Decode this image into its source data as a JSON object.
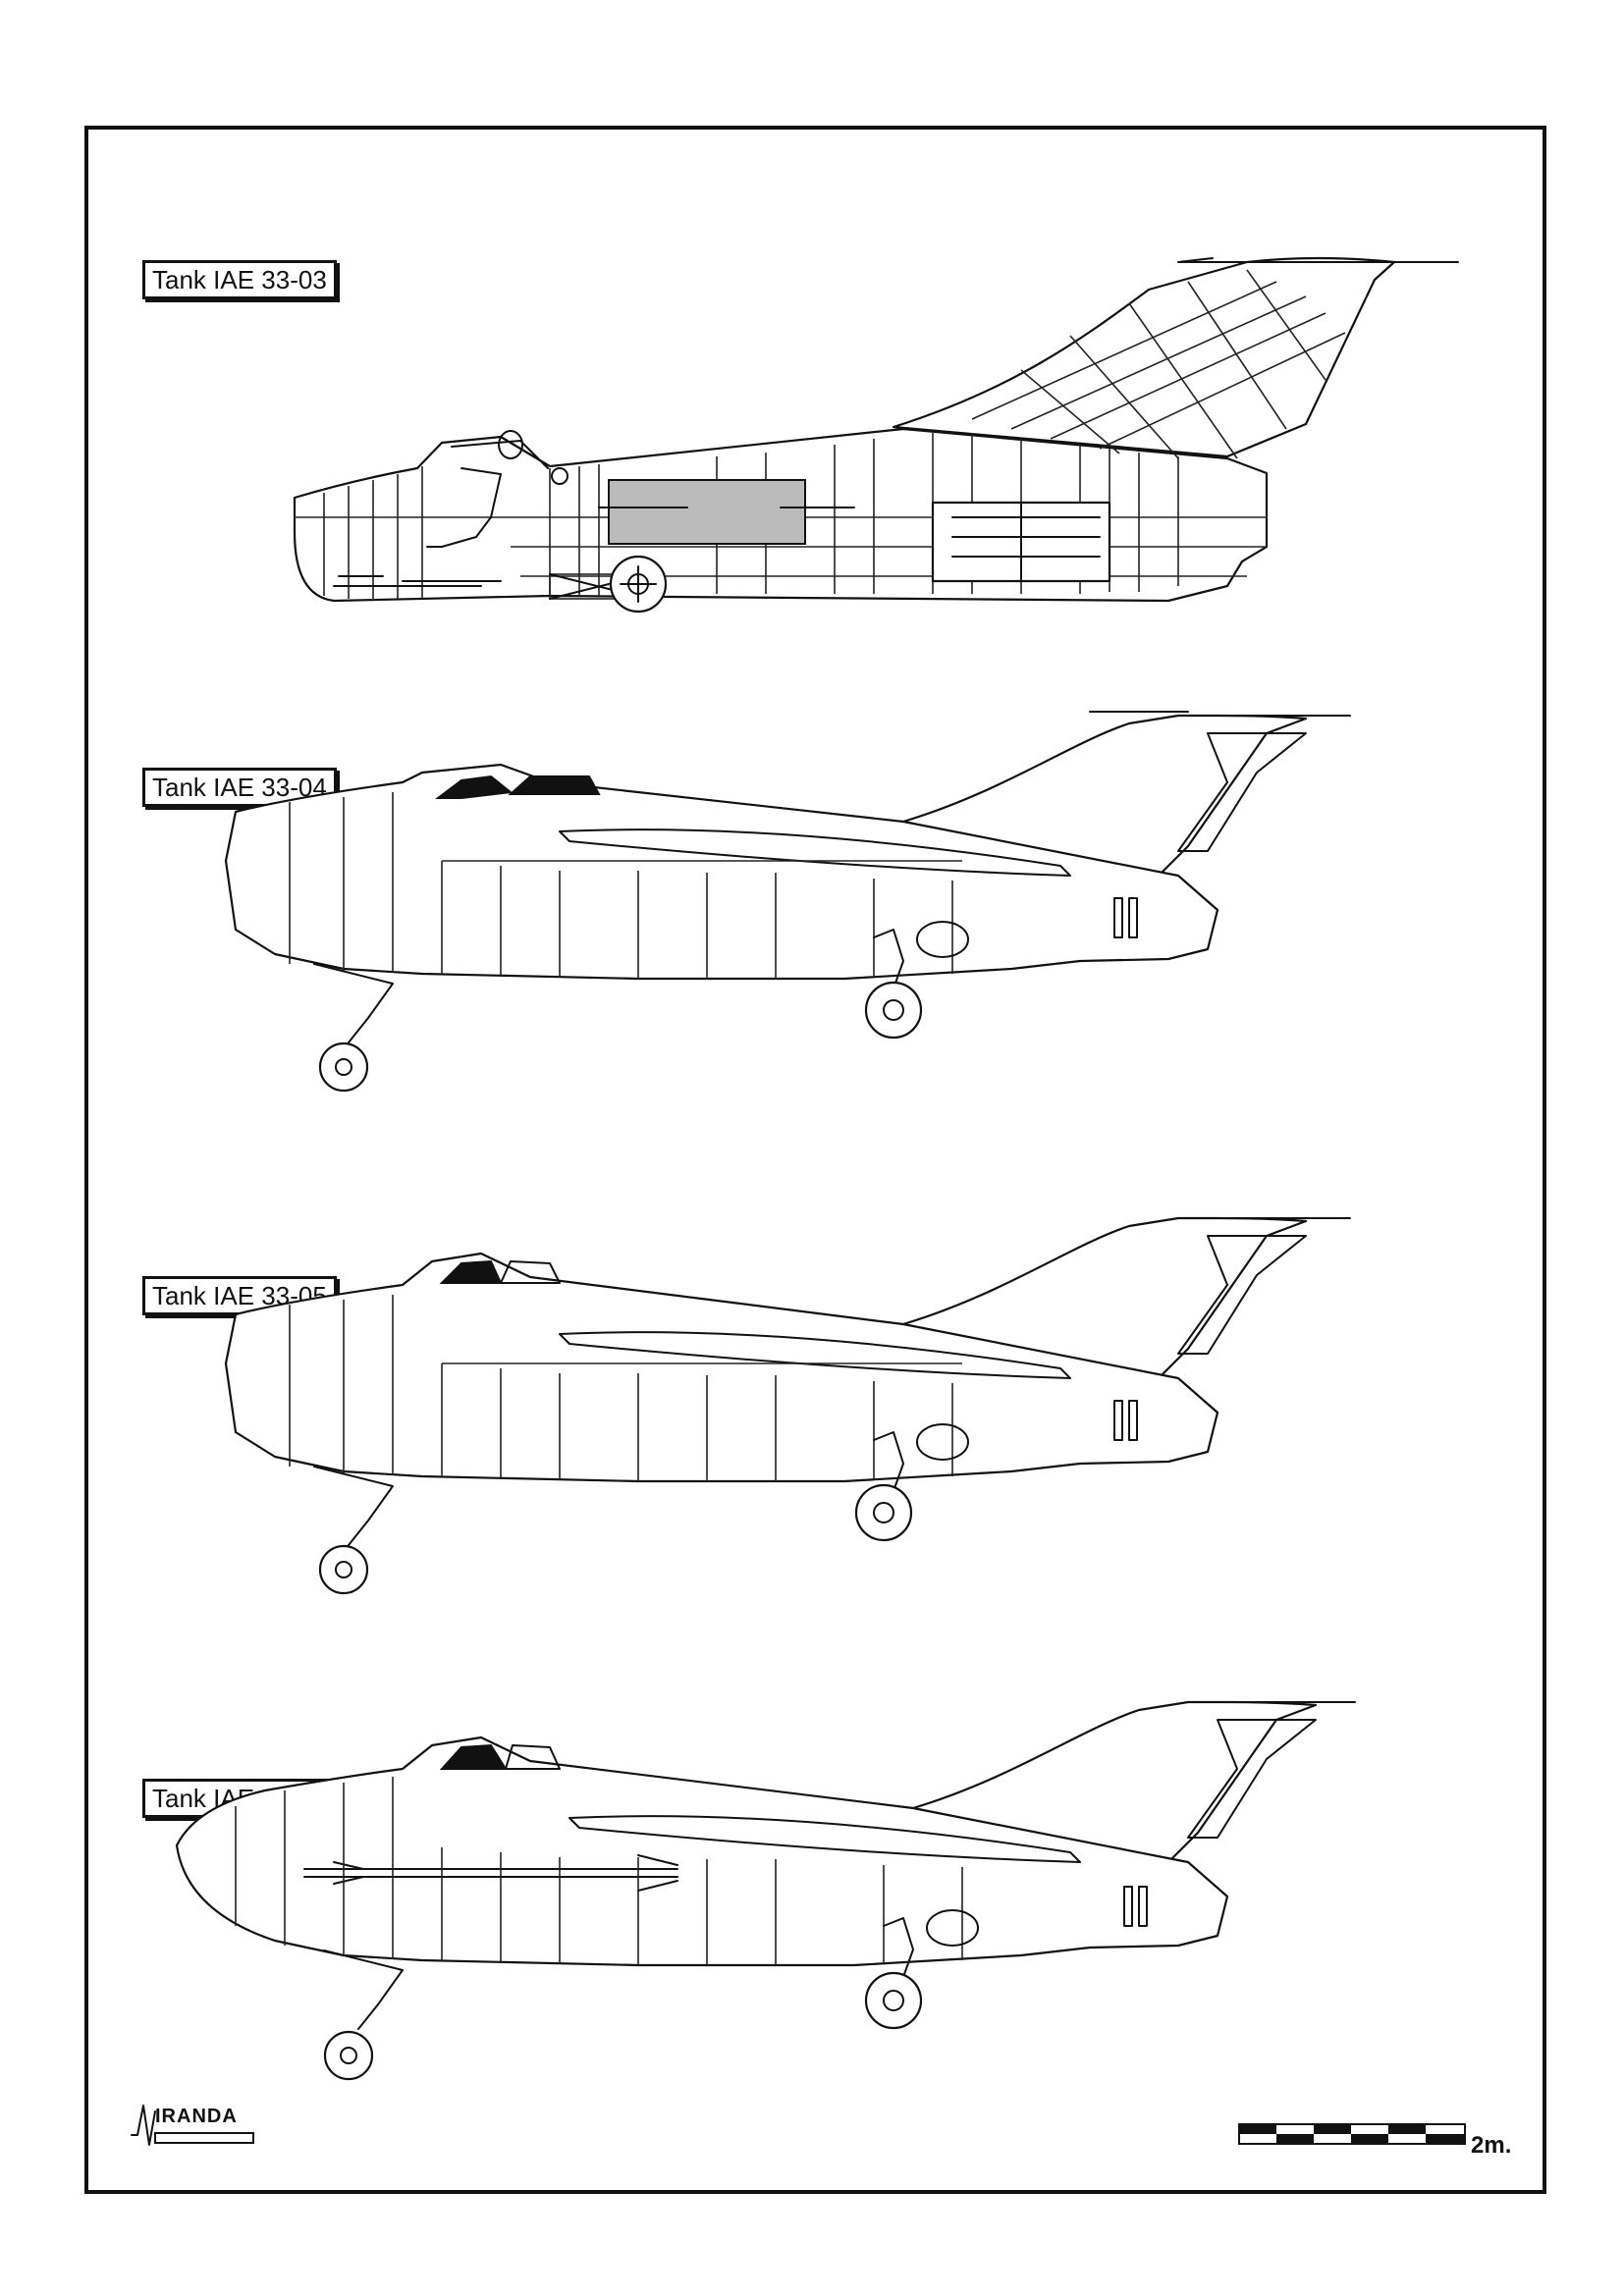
{
  "labels": {
    "p1": "Tank IAE 33-03",
    "p2": "Tank IAE 33-04",
    "p3": "Tank IAE 33-05",
    "p4": "Tank IAE 33-05/R"
  },
  "scale": {
    "label": "2m."
  },
  "logo": {
    "text": "IRANDA"
  },
  "colors": {
    "ink": "#111111",
    "paper": "#ffffff"
  }
}
